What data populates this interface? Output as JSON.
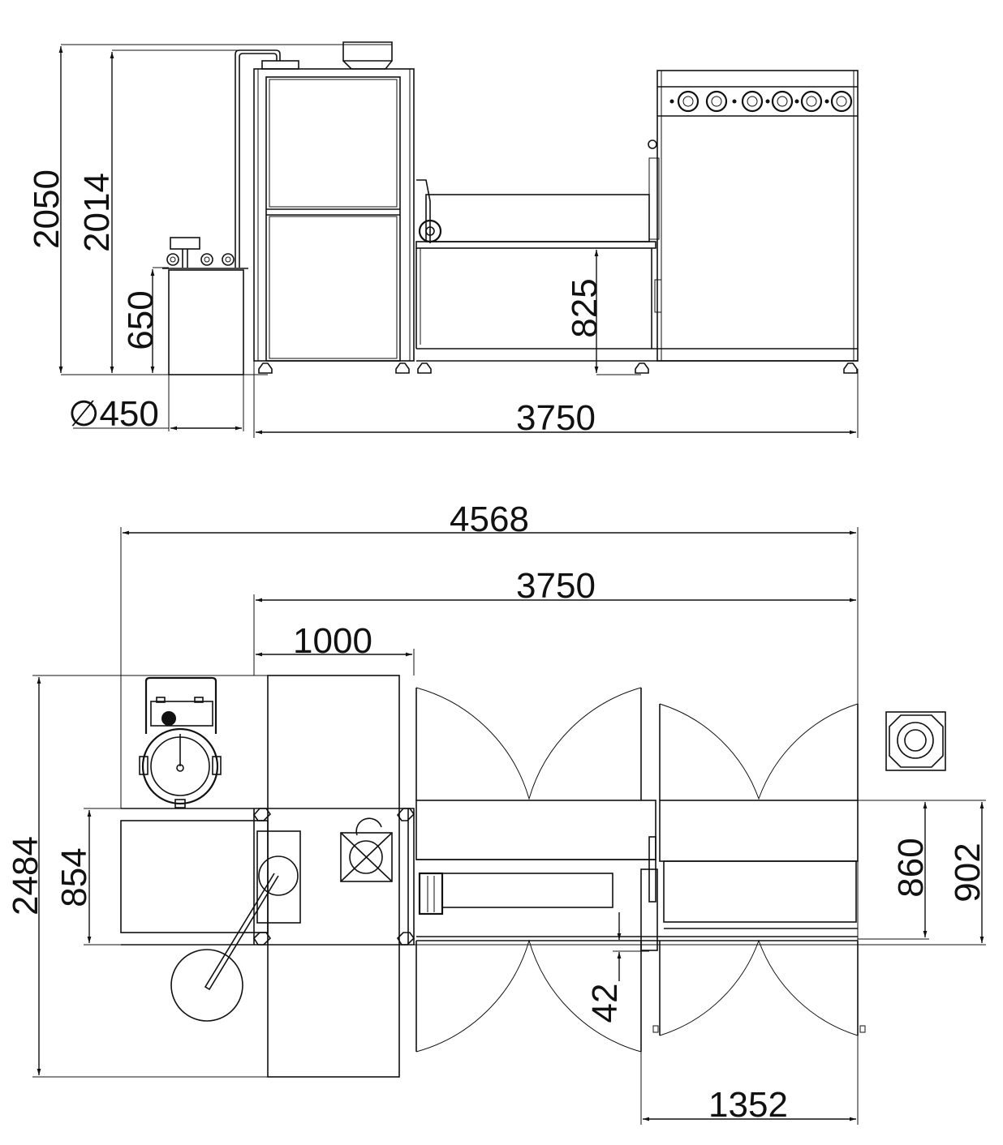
{
  "elevation_view": {
    "dimensions": {
      "total_height": "2050",
      "frame_height": "2014",
      "tank_height": "650",
      "tank_diameter": "∅450",
      "total_length": "3750",
      "conveyor_height": "825"
    }
  },
  "plan_view": {
    "dimensions": {
      "overall_length": "4568",
      "machine_length": "3750",
      "cabinet_width": "1000",
      "overall_depth": "2484",
      "base_depth": "854",
      "conveyor_width_inner": "860",
      "conveyor_width_outer": "902",
      "offset": "42",
      "door_section": "1352"
    }
  },
  "colors": {
    "line": "#111111",
    "background": "#ffffff"
  }
}
